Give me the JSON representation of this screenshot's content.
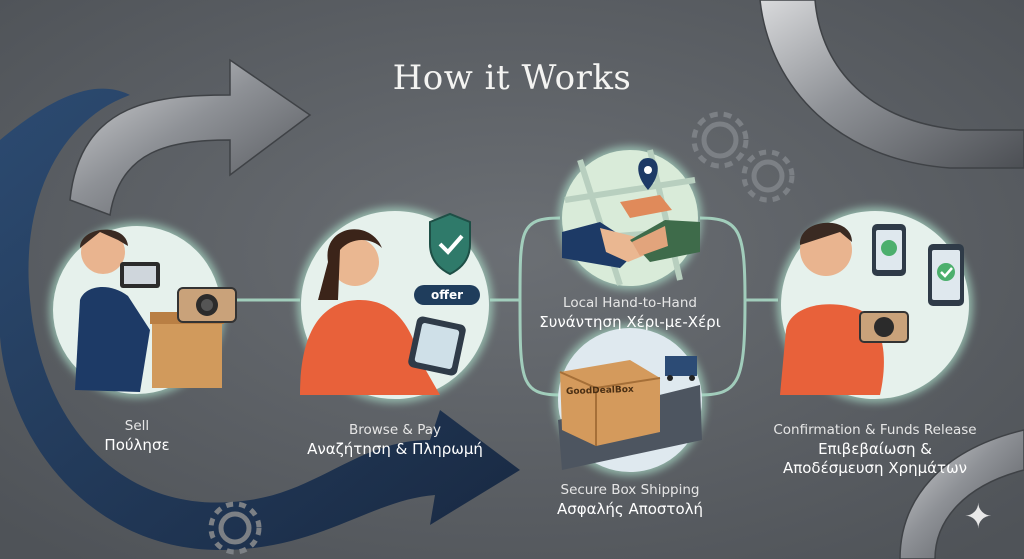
{
  "title": "How it Works",
  "steps": {
    "sell": {
      "en": "Sell",
      "gr": "Πούλησε"
    },
    "browse": {
      "en": "Browse & Pay",
      "gr": "Αναζήτηση & Πληρωμή",
      "badge": "offer"
    },
    "local": {
      "en": "Local Hand-to-Hand",
      "gr": "Συνάντηση Χέρι-με-Χέρι"
    },
    "shipping": {
      "en": "Secure Box Shipping",
      "gr": "Ασφαλής Αποστολή",
      "box_label": "GoodDealBox"
    },
    "confirm": {
      "en": "Confirmation & Funds Release",
      "gr1": "Επιβεβαίωση &",
      "gr2": "Αποδέσμευση Χρημάτων"
    }
  },
  "colors": {
    "background": "#5d6166",
    "navy": "#1c3453",
    "circle_glow": "#a8d8c4",
    "circle_fill": "#e9f2ee",
    "accent_orange": "#e8613a",
    "check_green": "#4caf6d"
  },
  "icons": [
    "curved-arrow-icon",
    "shield-check-icon",
    "map-pin-icon",
    "gear-icon",
    "check-icon",
    "sparkle-icon"
  ]
}
